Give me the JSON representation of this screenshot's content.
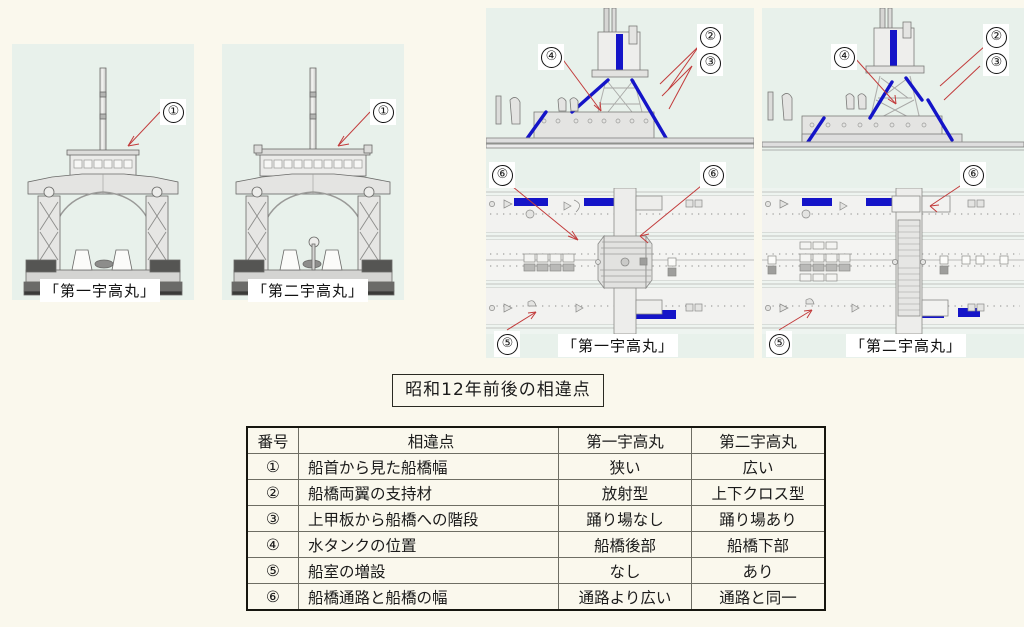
{
  "page": {
    "background": "#faf8ed",
    "panel_background": "#e8f1eb",
    "accent_blue": "#1414c8",
    "leader_red": "#c23b3b"
  },
  "bow_views": [
    {
      "caption": "「第一宇高丸」",
      "callout": "①"
    },
    {
      "caption": "「第二宇高丸」",
      "callout": "①"
    }
  ],
  "detail_views": [
    {
      "caption": "「第一宇高丸」",
      "callouts": [
        "④",
        "②",
        "③",
        "⑥",
        "⑥",
        "⑤"
      ]
    },
    {
      "caption": "「第二宇高丸」",
      "callouts": [
        "④",
        "②",
        "③",
        "⑥",
        "⑤"
      ]
    }
  ],
  "title_box": {
    "label": "昭和12年前後の相違点"
  },
  "table": {
    "headers": [
      "番号",
      "相違点",
      "第一宇高丸",
      "第二宇高丸"
    ],
    "rows": [
      {
        "no": "①",
        "item": "船首から見た船橋幅",
        "ship1": "狭い",
        "ship2": "広い"
      },
      {
        "no": "②",
        "item": "船橋両翼の支持材",
        "ship1": "放射型",
        "ship2": "上下クロス型"
      },
      {
        "no": "③",
        "item": "上甲板から船橋への階段",
        "ship1": "踊り場なし",
        "ship2": "踊り場あり"
      },
      {
        "no": "④",
        "item": "水タンクの位置",
        "ship1": "船橋後部",
        "ship2": "船橋下部"
      },
      {
        "no": "⑤",
        "item": "船室の増設",
        "ship1": "なし",
        "ship2": "あり"
      },
      {
        "no": "⑥",
        "item": "船橋通路と船橋の幅",
        "ship1": "通路より広い",
        "ship2": "通路と同一"
      }
    ]
  }
}
